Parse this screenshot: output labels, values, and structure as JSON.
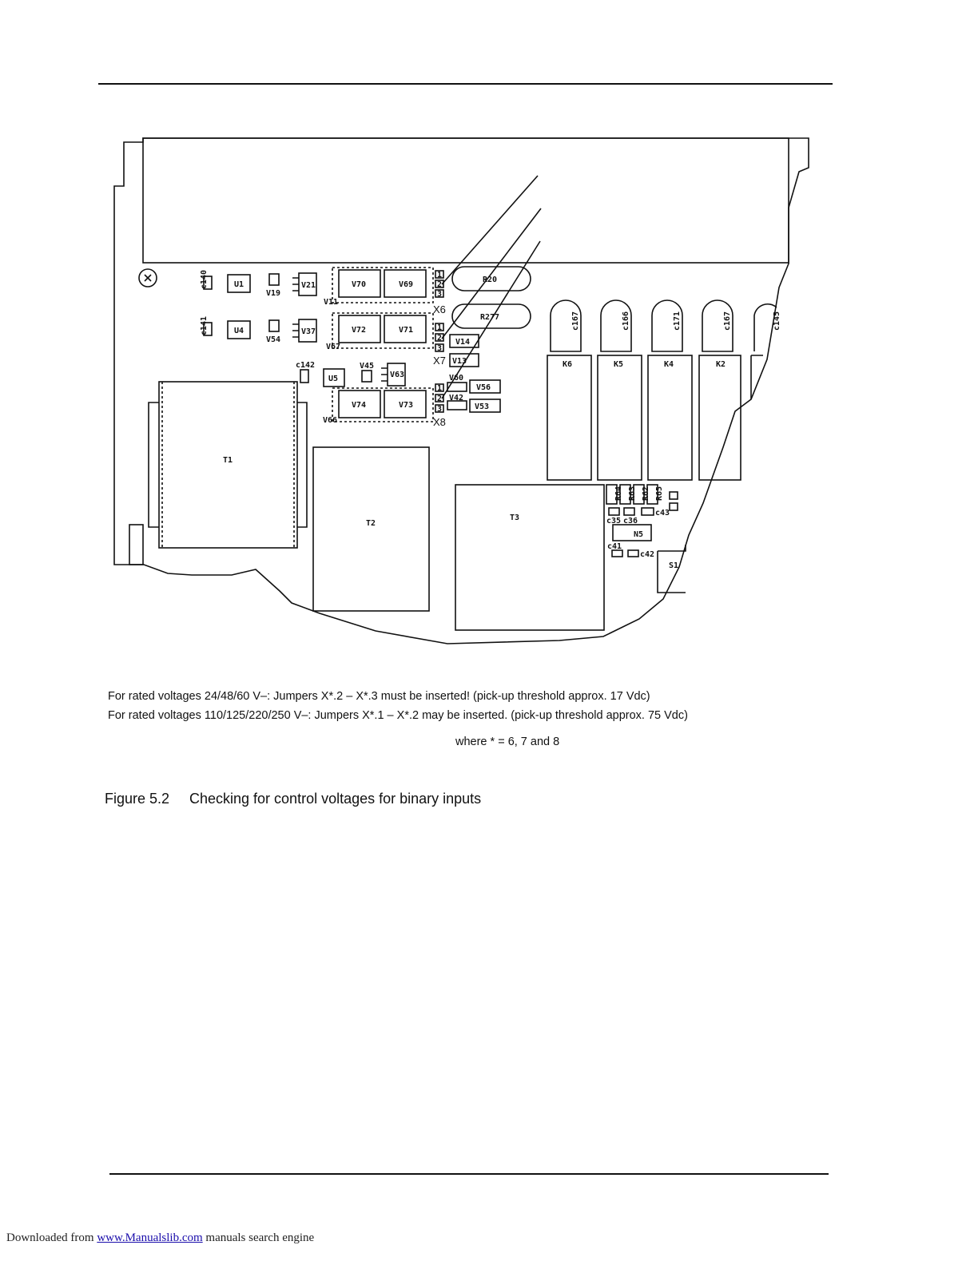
{
  "board": {
    "components": {
      "c140": "c140",
      "c141": "c141",
      "c142": "c142",
      "u1": "U1",
      "u4": "U4",
      "u5": "U5",
      "v19": "V19",
      "v54": "V54",
      "v21": "V21",
      "v37": "V37",
      "v11": "V11",
      "v67": "V67",
      "v45": "V45",
      "v63": "V63",
      "v66": "V66",
      "v70": "V70",
      "v69": "V69",
      "v72": "V72",
      "v71": "V71",
      "v74": "V74",
      "v73": "V73",
      "v14": "V14",
      "v13": "V13",
      "v60": "V60",
      "v56": "V56",
      "v42": "V42",
      "v53": "V53",
      "r20": "R20",
      "r277": "R277",
      "c167a": "c167",
      "c166": "c166",
      "c171": "c171",
      "c167b": "c167",
      "c145": "c145",
      "k6": "K6",
      "k5": "K5",
      "k4": "K4",
      "k2": "K2",
      "t1": "T1",
      "t2": "T2",
      "t3": "T3",
      "r64": "R64",
      "r63": "R63",
      "r62": "R62",
      "r65": "R65",
      "c35": "c35",
      "c36": "c36",
      "c43": "c43",
      "c41": "c41",
      "c42": "c42",
      "n5": "N5",
      "s1": "S1"
    },
    "jumpers": {
      "x6": "X6",
      "x7": "X7",
      "x8": "X8"
    },
    "pins": [
      "1",
      "2",
      "3"
    ]
  },
  "notes": {
    "line1": "For rated voltages 24/48/60 V–: Jumpers X*.2 – X*.3 must be inserted! (pick-up threshold approx. 17 Vdc)",
    "line2": "For rated voltages 110/125/220/250 V–: Jumpers X*.1 – X*.2 may be inserted. (pick-up threshold approx. 75 Vdc)",
    "line3": "where * = 6, 7 and 8"
  },
  "caption": {
    "number": "Figure 5.2",
    "text": "Checking for control voltages for binary inputs"
  },
  "footer": {
    "prefix": "Downloaded from ",
    "link": "www.Manualslib.com",
    "suffix": " manuals search engine"
  }
}
